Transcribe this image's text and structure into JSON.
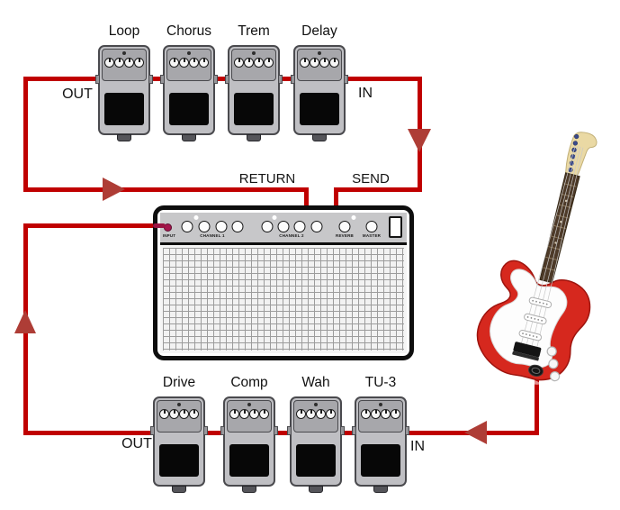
{
  "colors": {
    "cable": "#c00000",
    "arrow": "#ae3d36",
    "plug": "#9b1342",
    "amp_input_jack": "#a5164d",
    "guitar_body": "#d6281e",
    "pedal_body": "#bfbfc3"
  },
  "top_chain": {
    "out_label": "OUT",
    "in_label": "IN",
    "pedals": [
      {
        "label": "Loop"
      },
      {
        "label": "Chorus"
      },
      {
        "label": "Trem"
      },
      {
        "label": "Delay"
      }
    ]
  },
  "bottom_chain": {
    "out_label": "OUT",
    "in_label": "IN",
    "pedals": [
      {
        "label": "Drive"
      },
      {
        "label": "Comp"
      },
      {
        "label": "Wah"
      },
      {
        "label": "TU-3"
      }
    ]
  },
  "amp": {
    "return_label": "RETURN",
    "send_label": "SEND",
    "input_label": "INPUT",
    "channel1_label": "CHANNEL 1",
    "channel2_label": "CHANNEL 2",
    "reverb_label": "REVERB",
    "master_label": "MASTER"
  }
}
